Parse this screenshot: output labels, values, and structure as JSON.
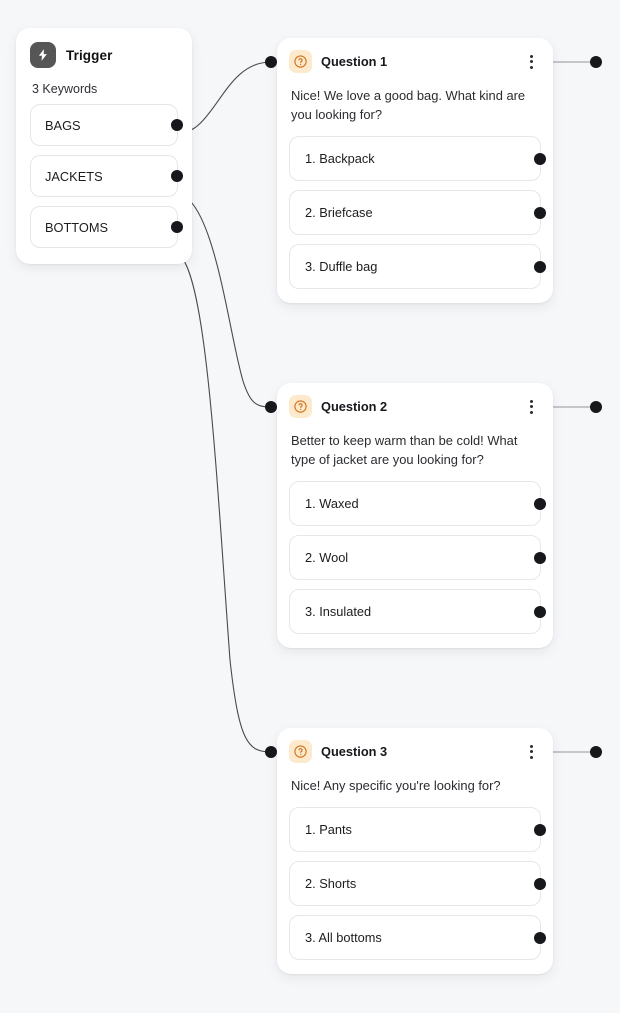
{
  "canvas": {
    "background": "#f6f7f9",
    "edge_color": "#4a4a4a",
    "port_color": "#17181b"
  },
  "trigger": {
    "icon": "lightning-bolt-icon",
    "badge_color": "#565656",
    "title": "Trigger",
    "keywords_label": "3 Keywords",
    "keywords": [
      {
        "label": "BAGS"
      },
      {
        "label": "JACKETS"
      },
      {
        "label": "BOTTOMS"
      }
    ]
  },
  "questions": [
    {
      "icon": "question-mark-circle-icon",
      "badge_color": "#fdeacd",
      "icon_color": "#d2721e",
      "title": "Question 1",
      "menu_icon": "kebab-menu-icon",
      "prompt": "Nice! We love a good bag. What kind are you looking for?",
      "answers": [
        {
          "label": "1. Backpack"
        },
        {
          "label": "2. Briefcase"
        },
        {
          "label": "3. Duffle bag"
        }
      ]
    },
    {
      "icon": "question-mark-circle-icon",
      "badge_color": "#fdeacd",
      "icon_color": "#d2721e",
      "title": "Question 2",
      "menu_icon": "kebab-menu-icon",
      "prompt": "Better to keep warm than be cold! What type of jacket are you looking for?",
      "answers": [
        {
          "label": "1. Waxed"
        },
        {
          "label": "2. Wool"
        },
        {
          "label": "3. Insulated"
        }
      ]
    },
    {
      "icon": "question-mark-circle-icon",
      "badge_color": "#fdeacd",
      "icon_color": "#d2721e",
      "title": "Question 3",
      "menu_icon": "kebab-menu-icon",
      "prompt": "Nice! Any specific you're looking for?",
      "answers": [
        {
          "label": "1. Pants"
        },
        {
          "label": "2. Shorts"
        },
        {
          "label": "3. All bottoms"
        }
      ]
    }
  ]
}
